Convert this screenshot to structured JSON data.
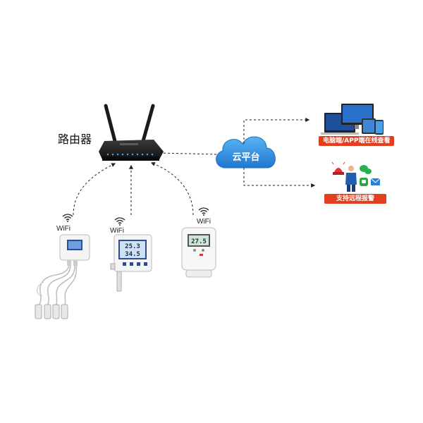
{
  "router": {
    "label": "路由器"
  },
  "cloud": {
    "label": "云平台"
  },
  "outputs": {
    "view_label": "电脑端/APP端在线查看",
    "alarm_label": "支持远程报警"
  },
  "devices": [
    {
      "wifi_label": "WiFi"
    },
    {
      "wifi_label": "WiFi",
      "reading_top": "25.3",
      "reading_bottom": "34.5"
    },
    {
      "wifi_label": "WiFi",
      "reading": "27.5"
    }
  ],
  "colors": {
    "badge": "#e0401f",
    "cloud": "#2a8fe0",
    "router": "#1e1e1e",
    "arrow": "#222222"
  }
}
